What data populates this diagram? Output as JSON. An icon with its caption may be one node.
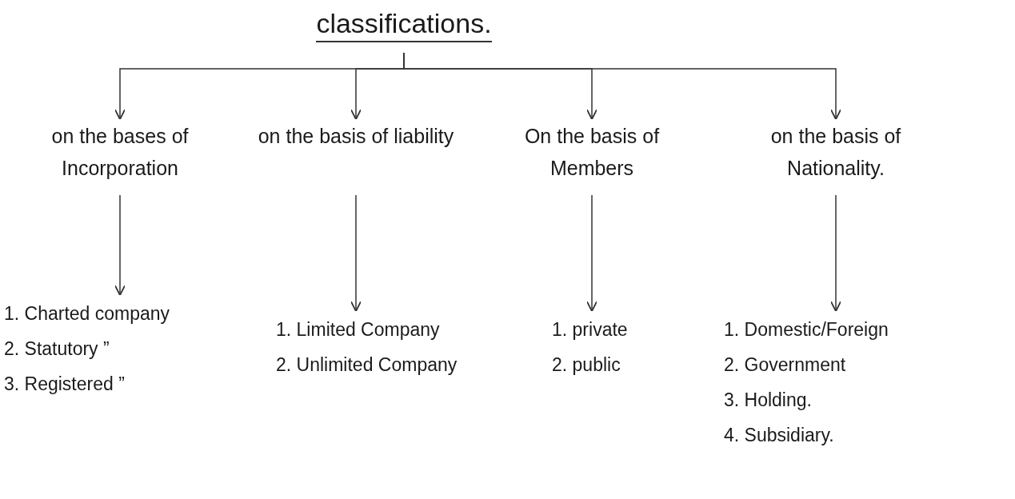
{
  "diagram": {
    "nodes": [
      {
        "text": [
          "classifications."
        ]
      },
      {
        "text": [
          "on the bases of Incorporation"
        ]
      },
      {
        "text": [
          "on the basis of liability"
        ]
      },
      {
        "text": [
          "On the basis of Members"
        ]
      },
      {
        "text": [
          "on the basis of Nationality."
        ]
      },
      {
        "text": [
          "1. Charted company",
          "2. Statutory ”",
          "3. Registered ”"
        ]
      },
      {
        "text": [
          "1. Limited Company",
          "2. Unlimited Company"
        ]
      },
      {
        "text": [
          "1. private",
          "2. public"
        ]
      },
      {
        "text": [
          "1. Domestic/Foreign",
          "2. Government",
          "3. Holding.",
          "4. Subsidiary."
        ]
      }
    ],
    "edges": [
      {
        "from": 0,
        "to": 1,
        "arrow": "to"
      },
      {
        "from": 0,
        "to": 2,
        "arrow": "to"
      },
      {
        "from": 0,
        "to": 3,
        "arrow": "to"
      },
      {
        "from": 0,
        "to": 4,
        "arrow": "to"
      },
      {
        "from": 1,
        "to": 5,
        "arrow": "to"
      },
      {
        "from": 2,
        "to": 6,
        "arrow": "to"
      },
      {
        "from": 3,
        "to": 7,
        "arrow": "to"
      },
      {
        "from": 4,
        "to": 8,
        "arrow": "to"
      }
    ]
  }
}
